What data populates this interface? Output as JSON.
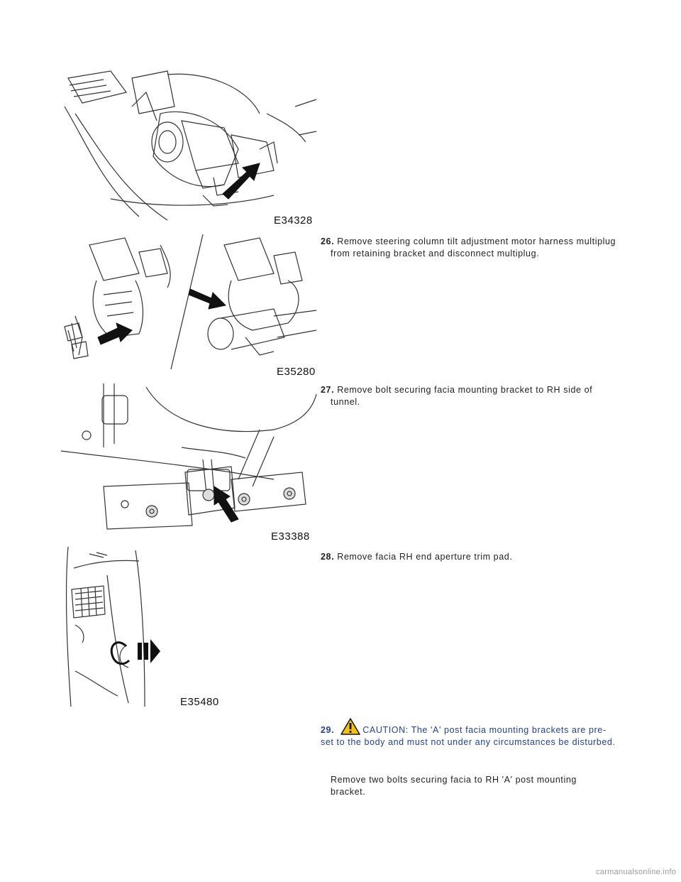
{
  "figures": [
    {
      "id": "E34328",
      "label": "E34328"
    },
    {
      "id": "E35280",
      "label": "E35280"
    },
    {
      "id": "E33388",
      "label": "E33388"
    },
    {
      "id": "E35480",
      "label": "E35480"
    }
  ],
  "steps": [
    {
      "num": "26.",
      "text": "Remove steering column tilt adjustment motor harness multiplug from retaining bracket and disconnect multiplug."
    },
    {
      "num": "27.",
      "text": "Remove bolt securing facia mounting bracket to RH side of tunnel."
    },
    {
      "num": "28.",
      "text": "Remove facia RH end aperture trim pad."
    },
    {
      "num": "29.",
      "caution": "CAUTION: The 'A' post facia mounting brackets are pre-set to the body and must not under any circumstances be disturbed.",
      "text": "Remove two bolts securing facia to RH 'A' post mounting bracket."
    }
  ],
  "footer": "carmanualsonline.info",
  "colors": {
    "caution": "#1f3fa3",
    "warning_icon": "#f2c500"
  }
}
